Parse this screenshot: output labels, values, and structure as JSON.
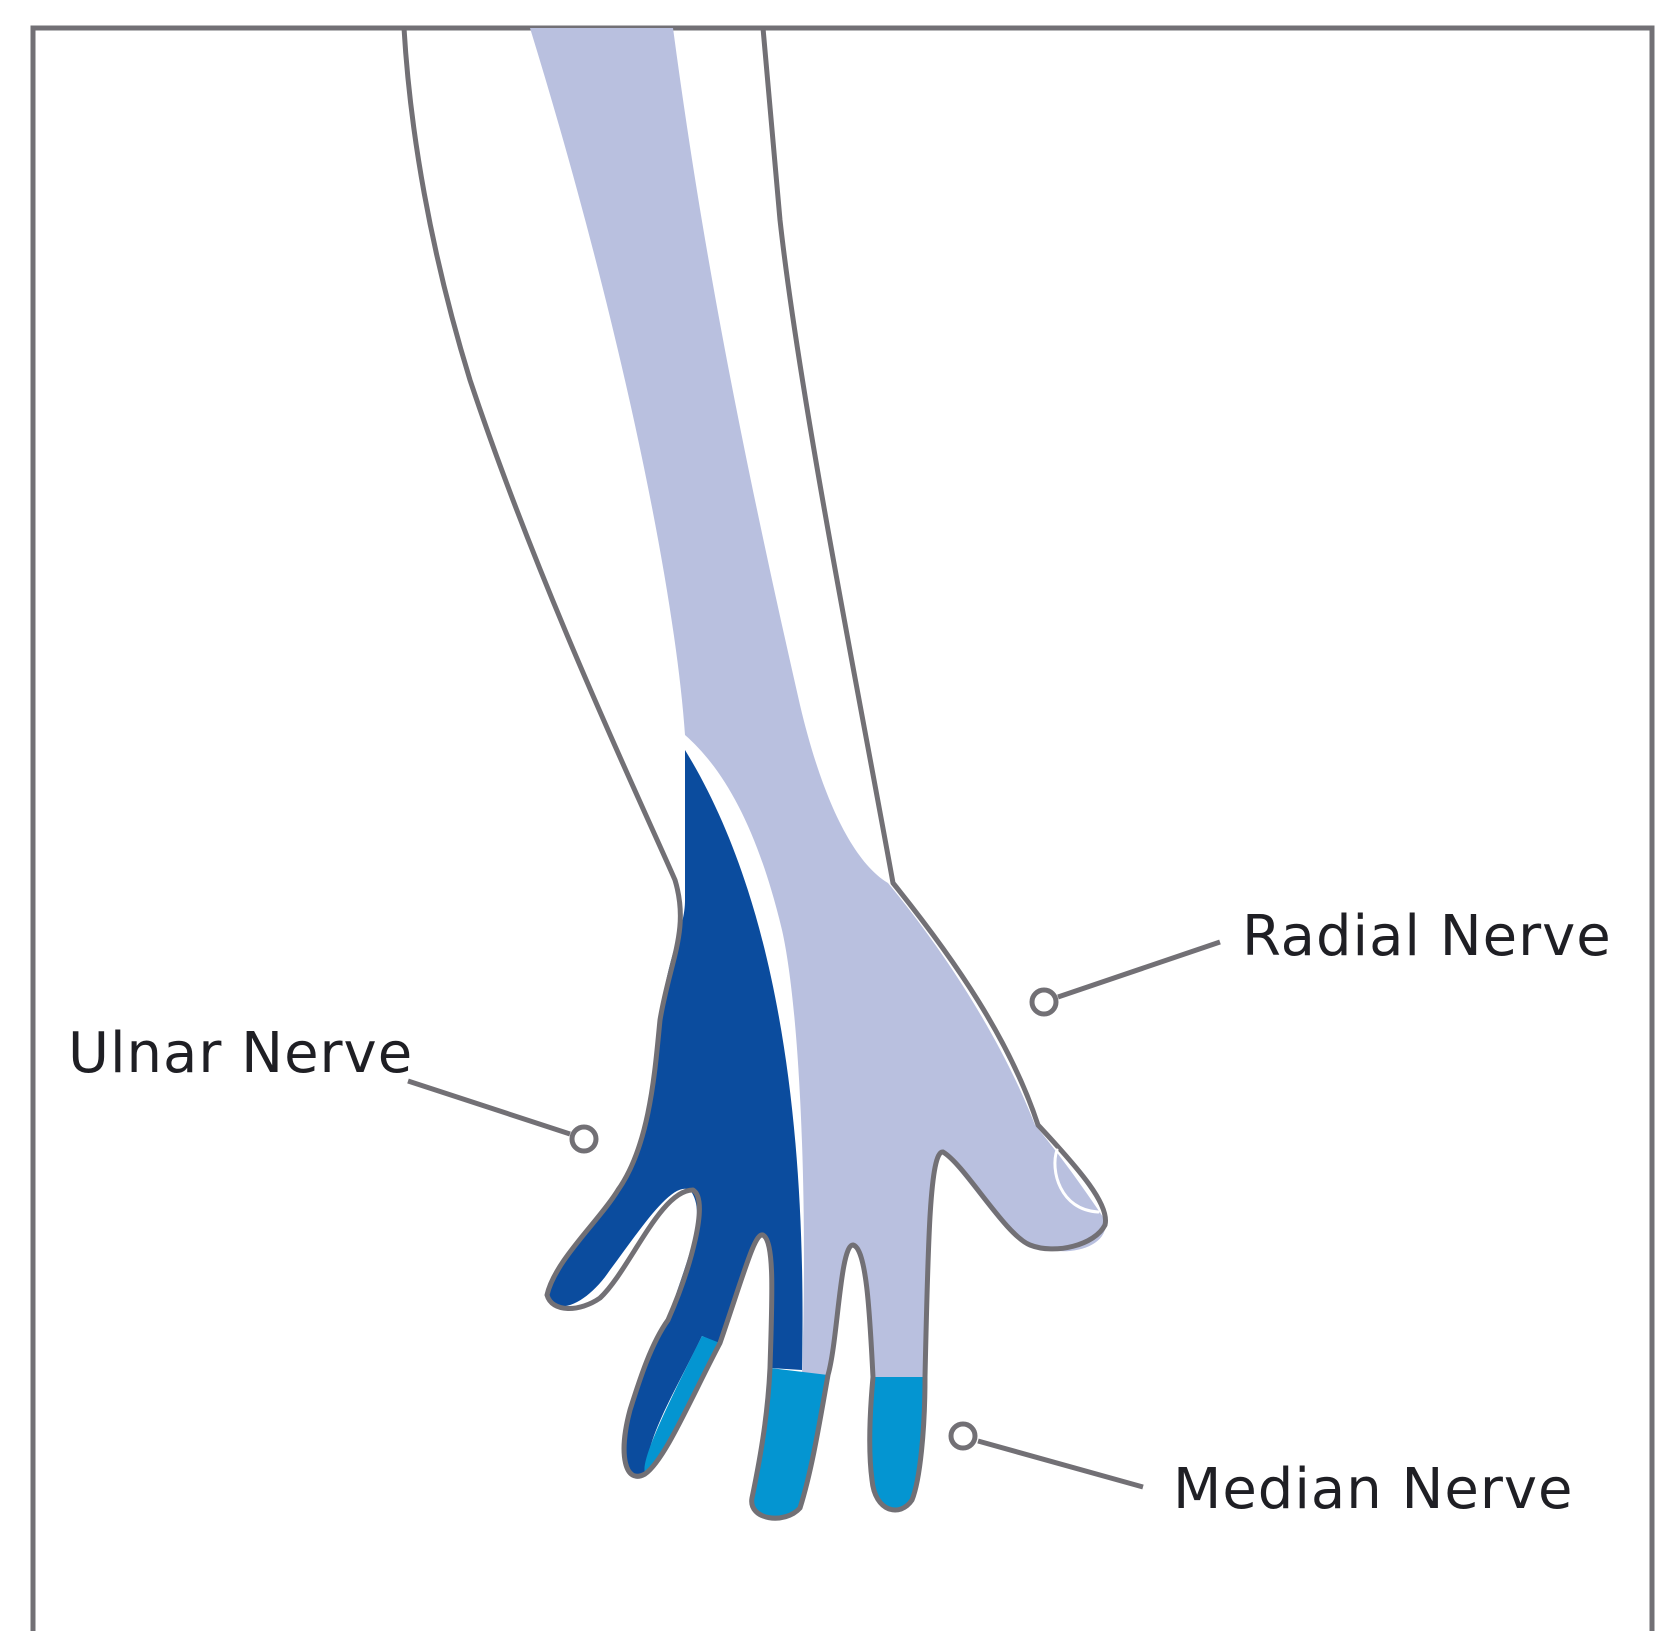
{
  "labels": {
    "radial": "Radial Nerve",
    "ulnar": "Ulnar Nerve",
    "median": "Median Nerve"
  },
  "colors": {
    "radial_region": "#b9c0df",
    "ulnar_region": "#0b4c9e",
    "median_region": "#0495d1",
    "outline": "#727075",
    "frame": "#727075",
    "text": "#1f1f24"
  }
}
